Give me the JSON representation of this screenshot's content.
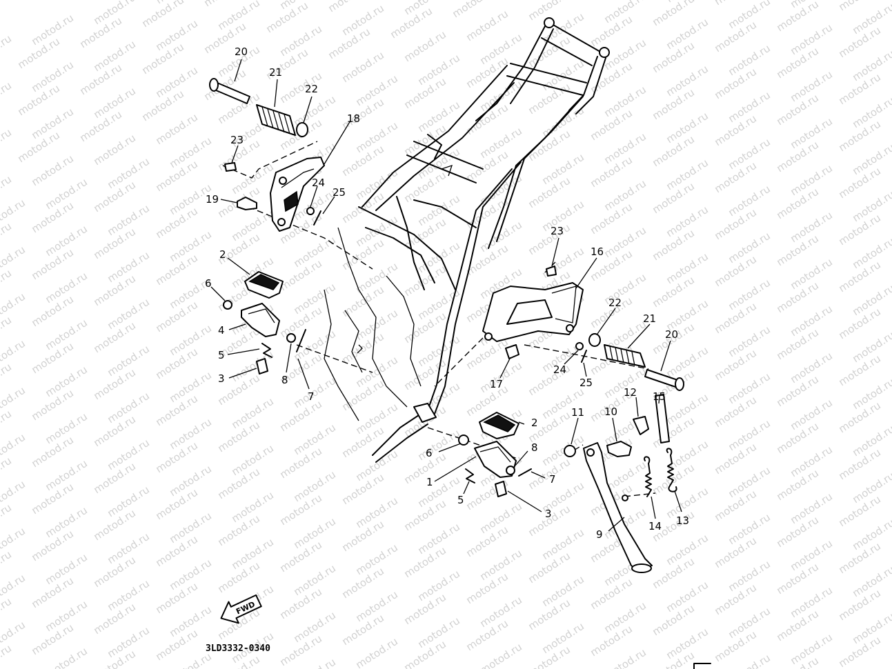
{
  "watermark_text": "motod.ru",
  "diagram_code": "3LD3332-0340",
  "direction_label": "FWD",
  "callouts": {
    "n20a": "20",
    "n21a": "21",
    "n22a": "22",
    "n18": "18",
    "n23a": "23",
    "n19": "19",
    "n24a": "24",
    "n25a": "25",
    "n2a": "2",
    "n6a": "6",
    "n4": "4",
    "n5a": "5",
    "n3a": "3",
    "n8a": "8",
    "n7a": "7",
    "n23b": "23",
    "n16": "16",
    "n22b": "22",
    "n21b": "21",
    "n20b": "20",
    "n17": "17",
    "n24b": "24",
    "n25b": "25",
    "n12": "12",
    "n15": "15",
    "n11": "11",
    "n10": "10",
    "n2b": "2",
    "n8b": "8",
    "n6b": "6",
    "n1": "1",
    "n7b": "7",
    "n5b": "5",
    "n3b": "3",
    "n9": "9",
    "n14": "14",
    "n13": "13"
  }
}
